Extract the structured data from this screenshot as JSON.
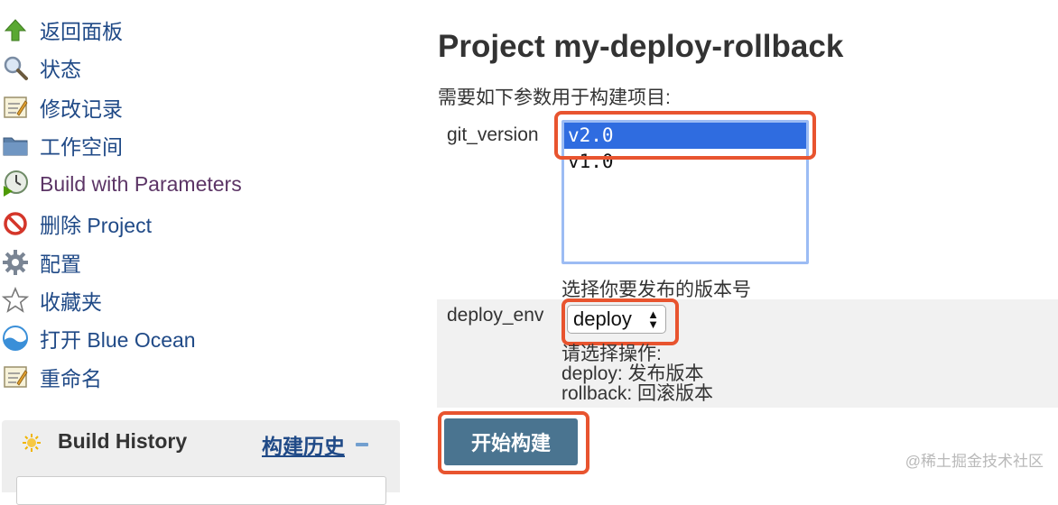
{
  "sidebar": {
    "tasks": [
      {
        "label": "返回面板",
        "icon": "green-up-arrow-icon"
      },
      {
        "label": "状态",
        "icon": "magnifier-icon"
      },
      {
        "label": "修改记录",
        "icon": "notepad-icon"
      },
      {
        "label": "工作空间",
        "icon": "folder-icon"
      },
      {
        "label": "Build with Parameters",
        "icon": "clock-play-icon"
      },
      {
        "label": "删除 Project",
        "icon": "no-entry-icon"
      },
      {
        "label": "配置",
        "icon": "gear-icon"
      },
      {
        "label": "收藏夹",
        "icon": "star-outline-icon"
      },
      {
        "label": "打开 Blue Ocean",
        "icon": "blue-ocean-icon"
      },
      {
        "label": "重命名",
        "icon": "notepad-icon"
      }
    ]
  },
  "build_history": {
    "title": "Build History",
    "link": "构建历史",
    "collapse_icon": "minus-icon",
    "icon": "sun-icon"
  },
  "main": {
    "title": "Project my-deploy-rollback",
    "intro": "需要如下参数用于构建项目:",
    "params": {
      "git_version": {
        "label": "git_version",
        "options": [
          "v2.0",
          "v1.0"
        ],
        "selected": "v2.0",
        "description": "选择你要发布的版本号"
      },
      "deploy_env": {
        "label": "deploy_env",
        "selected": "deploy",
        "description": [
          "请选择操作:",
          "deploy: 发布版本",
          "rollback: 回滚版本"
        ]
      }
    },
    "build_button": "开始构建"
  },
  "watermark": "@稀土掘金技术社区",
  "colors": {
    "highlight": "#e8542f",
    "selected_option": "#2f6ce0",
    "button": "#4a7490",
    "link": "#204a87"
  }
}
